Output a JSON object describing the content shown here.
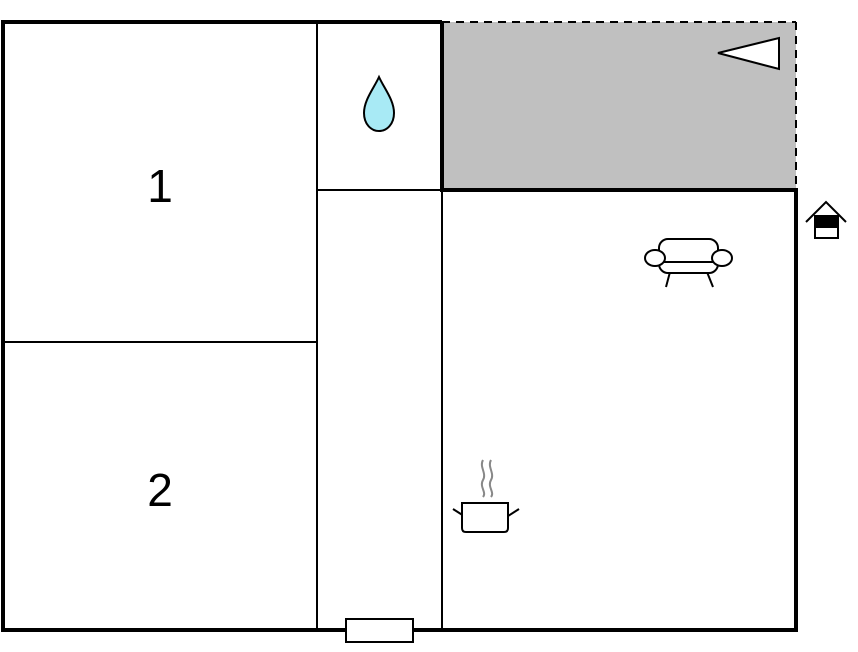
{
  "floorplan": {
    "rooms": [
      {
        "id": "bedroom-1",
        "label": "1"
      },
      {
        "id": "bedroom-2",
        "label": "2"
      }
    ],
    "icons": {
      "bathroom": "water-drop-icon",
      "terrace": "compass-triangle-icon",
      "entrance": "house-entrance-icon",
      "living": "sofa-icon",
      "kitchen": "cooking-pot-icon",
      "window": "window-icon"
    },
    "colors": {
      "wall": "#000000",
      "terrace_fill": "#c0c0c0",
      "water_drop": "#a8eaf5"
    }
  }
}
